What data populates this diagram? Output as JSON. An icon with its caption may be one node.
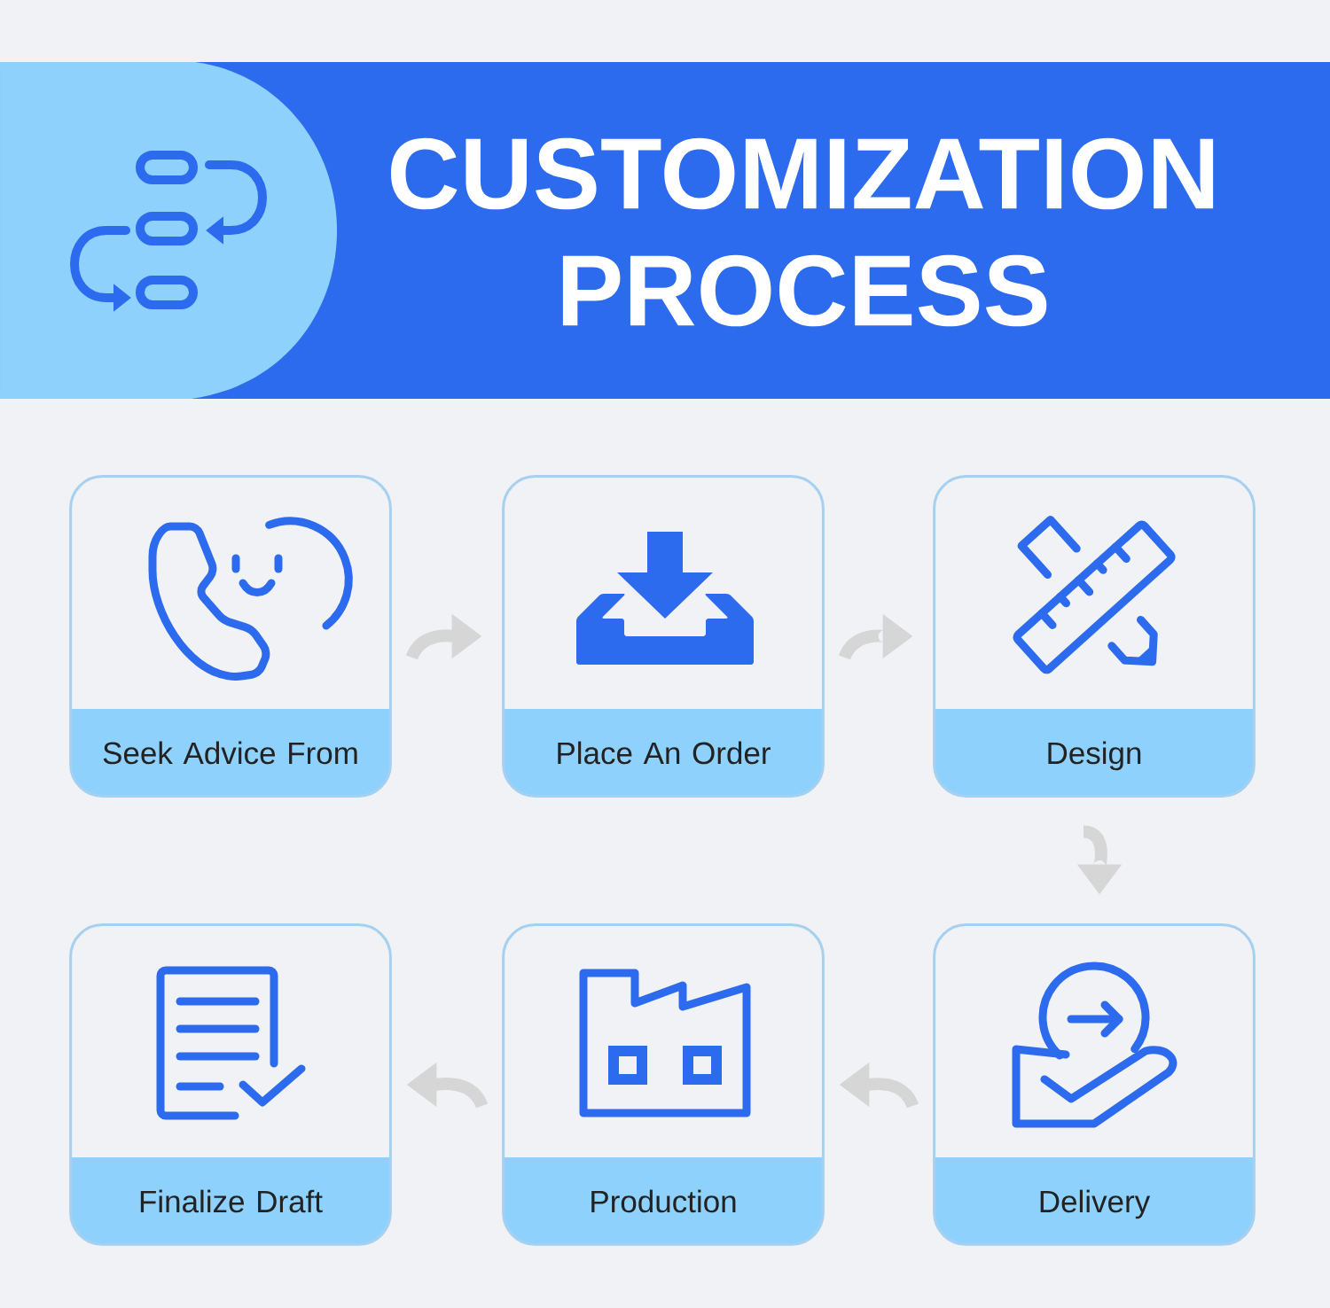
{
  "diagram": {
    "title": "CUSTOMIZATION PROCESS",
    "nodes": [
      {
        "text": [
          "Seek Advice From"
        ]
      },
      {
        "text": [
          "Place An Order"
        ]
      },
      {
        "text": [
          "Design"
        ]
      },
      {
        "text": [
          "Finalize Draft"
        ]
      },
      {
        "text": [
          "Production"
        ]
      },
      {
        "text": [
          "Delivery"
        ]
      }
    ],
    "edges": [
      {
        "from": 0,
        "to": 1,
        "arrow": "to"
      },
      {
        "from": 1,
        "to": 2,
        "arrow": "to"
      },
      {
        "from": 2,
        "to": 5,
        "arrow": "to"
      },
      {
        "from": 5,
        "to": 4,
        "arrow": "to"
      },
      {
        "from": 4,
        "to": 3,
        "arrow": "to"
      }
    ]
  }
}
